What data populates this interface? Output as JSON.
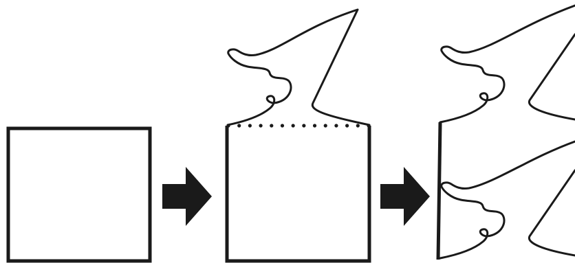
{
  "diagram": {
    "panels": [
      {
        "id": "plain-square"
      },
      {
        "id": "square-with-tile-extension"
      },
      {
        "id": "repeated-tiles"
      }
    ],
    "arrows": 2,
    "colors": {
      "stroke": "#1a1a1a",
      "background": "#ffffff"
    }
  }
}
